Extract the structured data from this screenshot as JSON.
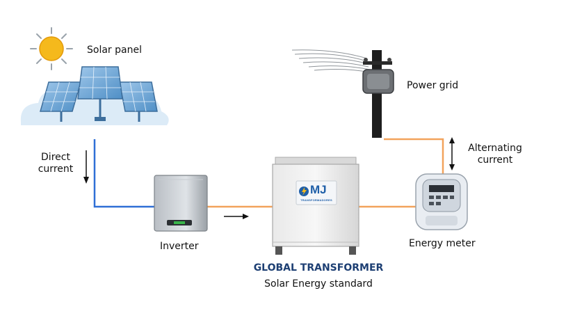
{
  "labels": {
    "solar_panel": "Solar panel",
    "power_grid": "Power grid",
    "direct_current_line1": "Direct",
    "direct_current_line2": "current",
    "alternating_current_line1": "Alternating",
    "alternating_current_line2": "current",
    "inverter": "Inverter",
    "energy_meter": "Energy meter",
    "transformer_title": "GLOBAL TRANSFORMER",
    "transformer_subtitle": "Solar Energy standard"
  },
  "logo": {
    "brand": "MJ",
    "tagline": "TRANSFORMADORES",
    "icon": "lightning-bolt-icon"
  },
  "colors": {
    "dc_wire": "#2f6fd6",
    "ac_wire": "#f2a35c",
    "sun": "#f5b91c",
    "panel": "#6fa8d6",
    "accent_title": "#1d3f73",
    "logo_blue": "#1f5fa8"
  },
  "icons": [
    "sun-icon",
    "solar-panel-icon",
    "power-pole-icon",
    "inverter-icon",
    "transformer-icon",
    "energy-meter-icon",
    "arrow-down-icon",
    "arrow-right-icon",
    "arrow-updown-icon"
  ]
}
